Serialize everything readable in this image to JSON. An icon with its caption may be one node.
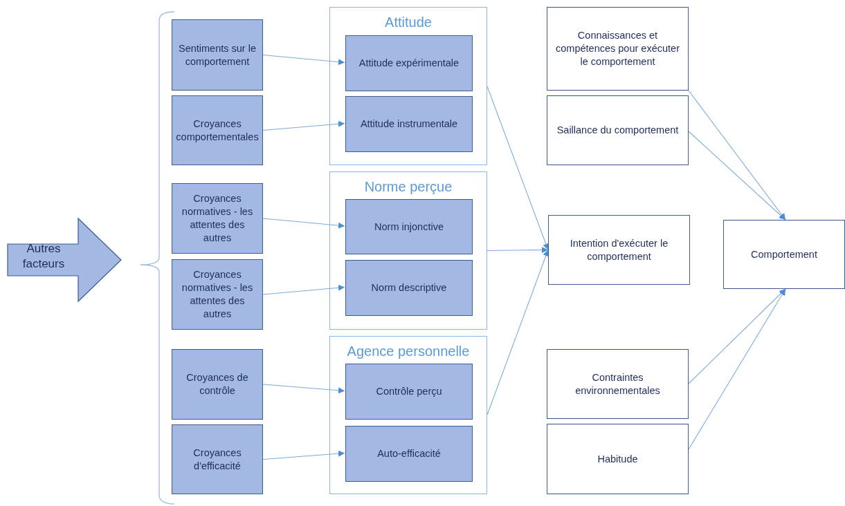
{
  "diagram": {
    "nodes": [
      {
        "text": [
          "Autres facteurs"
        ]
      },
      {
        "text": [
          "Sentiments sur le comportement"
        ]
      },
      {
        "text": [
          "Croyances comportementales"
        ]
      },
      {
        "text": [
          "Croyances normatives - les attentes des autres"
        ]
      },
      {
        "text": [
          "Croyances normatives - les attentes des autres"
        ]
      },
      {
        "text": [
          "Croyances de contrôle"
        ]
      },
      {
        "text": [
          "Croyances d'efficacité"
        ]
      },
      {
        "text": [
          "Attitude"
        ]
      },
      {
        "text": [
          "Attitude expérimentale"
        ],
        "in": 7
      },
      {
        "text": [
          "Attitude instrumentale"
        ],
        "in": 7
      },
      {
        "text": [
          "Norme perçue"
        ]
      },
      {
        "text": [
          "Norm injonctive"
        ],
        "in": 10
      },
      {
        "text": [
          "Norm descriptive"
        ],
        "in": 10
      },
      {
        "text": [
          "Agence personnelle"
        ]
      },
      {
        "text": [
          "Contrôle perçu"
        ],
        "in": 13
      },
      {
        "text": [
          "Auto-efficacité"
        ],
        "in": 13
      },
      {
        "text": [
          "Connaissances et compétences pour exécuter le comportement"
        ]
      },
      {
        "text": [
          "Saillance du comportement"
        ]
      },
      {
        "text": [
          "Intention d'exécuter le comportement"
        ]
      },
      {
        "text": [
          "Contraintes environnementales"
        ]
      },
      {
        "text": [
          "Habitude"
        ]
      },
      {
        "text": [
          "Comportement"
        ]
      }
    ],
    "edges": [
      {
        "from": 1,
        "to": 8,
        "arrow": "to"
      },
      {
        "from": 2,
        "to": 9,
        "arrow": "to"
      },
      {
        "from": 3,
        "to": 11,
        "arrow": "to"
      },
      {
        "from": 4,
        "to": 12,
        "arrow": "to"
      },
      {
        "from": 5,
        "to": 14,
        "arrow": "to"
      },
      {
        "from": 6,
        "to": 15,
        "arrow": "to"
      },
      {
        "from": 7,
        "to": 18,
        "arrow": "to"
      },
      {
        "from": 10,
        "to": 18,
        "arrow": "to"
      },
      {
        "from": 13,
        "to": 18,
        "arrow": "to"
      },
      {
        "from": 16,
        "to": 21,
        "arrow": "to"
      },
      {
        "from": 17,
        "to": 21,
        "arrow": "to"
      },
      {
        "from": 19,
        "to": 21,
        "arrow": "to"
      },
      {
        "from": 20,
        "to": 21,
        "arrow": "to"
      }
    ]
  }
}
